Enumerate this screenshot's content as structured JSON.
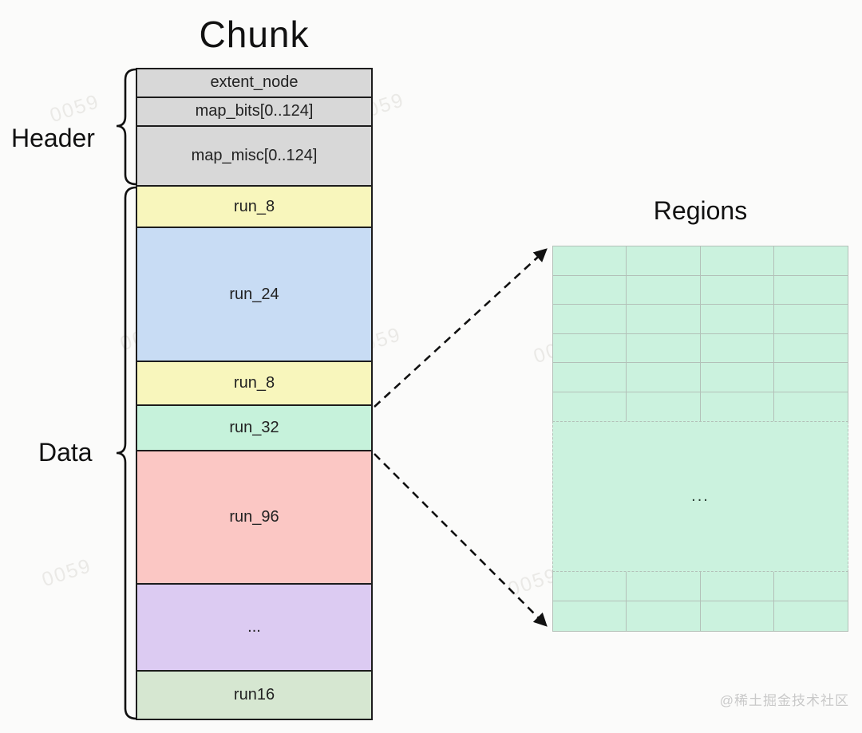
{
  "title": "Chunk",
  "labels": {
    "header": "Header",
    "data": "Data",
    "regions": "Regions"
  },
  "chunk": {
    "rows": [
      {
        "id": "extent-node",
        "label": "extent_node",
        "section": "header",
        "color": "#d8d8d8",
        "height": 36
      },
      {
        "id": "map-bits",
        "label": "map_bits[0..124]",
        "section": "header",
        "color": "#d8d8d8",
        "height": 36
      },
      {
        "id": "map-misc",
        "label": "map_misc[0..124]",
        "section": "header",
        "color": "#d8d8d8",
        "height": 76
      },
      {
        "id": "run-8-a",
        "label": "run_8",
        "section": "data",
        "color": "#f8f6bc",
        "height": 52
      },
      {
        "id": "run-24",
        "label": "run_24",
        "section": "data",
        "color": "#c8dcf4",
        "height": 169
      },
      {
        "id": "run-8-b",
        "label": "run_8",
        "section": "data",
        "color": "#f8f6bc",
        "height": 55
      },
      {
        "id": "run-32",
        "label": "run_32",
        "section": "data",
        "color": "#c6f2db",
        "height": 57
      },
      {
        "id": "run-96",
        "label": "run_96",
        "section": "data",
        "color": "#fbc7c4",
        "height": 168
      },
      {
        "id": "run-more",
        "label": "...",
        "section": "data",
        "color": "#dccbf2",
        "height": 110
      },
      {
        "id": "run16",
        "label": "run16",
        "section": "data",
        "color": "#d6e7d1",
        "height": 59
      }
    ]
  },
  "regions": {
    "columns": 4,
    "top_rows": 6,
    "bottom_rows": 2,
    "ellipsis": "...",
    "cell_color": "#cbf2de"
  },
  "colors": {
    "outline": "#1c1c1c",
    "grid_line": "#b3c0b8"
  },
  "watermark": {
    "text": "0059",
    "site": "@稀土掘金技术社区"
  }
}
